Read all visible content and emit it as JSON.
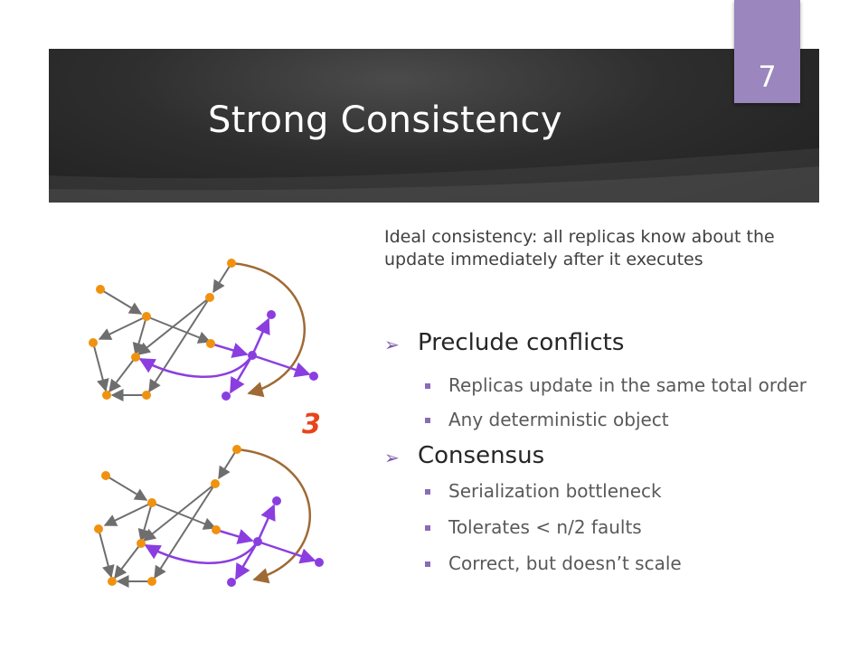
{
  "slide": {
    "title": "Strong Consistency",
    "page_number": "7",
    "intro": "Ideal consistency: all replicas know about the update immediately after it executes",
    "bullets": [
      {
        "text": "Preclude conflicts",
        "sub": [
          "Replicas update in the same total order",
          "Any deterministic object"
        ]
      },
      {
        "text": "Consensus",
        "sub": [
          "Serialization bottleneck",
          "Tolerates < n/2 faults",
          "Correct, but doesn’t scale"
        ]
      }
    ],
    "diagram_label": "3"
  },
  "colors": {
    "title_band": "#2e2e2e",
    "page_tab": "#9b86bd",
    "node_orange": "#f0920f",
    "node_purple": "#8b3ee0",
    "edge_gray": "#6e6e6e",
    "edge_brown": "#a06a34",
    "label_red": "#e8441b"
  },
  "icons": {
    "bullet_level1": "arrowhead-bullet-icon",
    "bullet_level2": "square-bullet-icon"
  }
}
